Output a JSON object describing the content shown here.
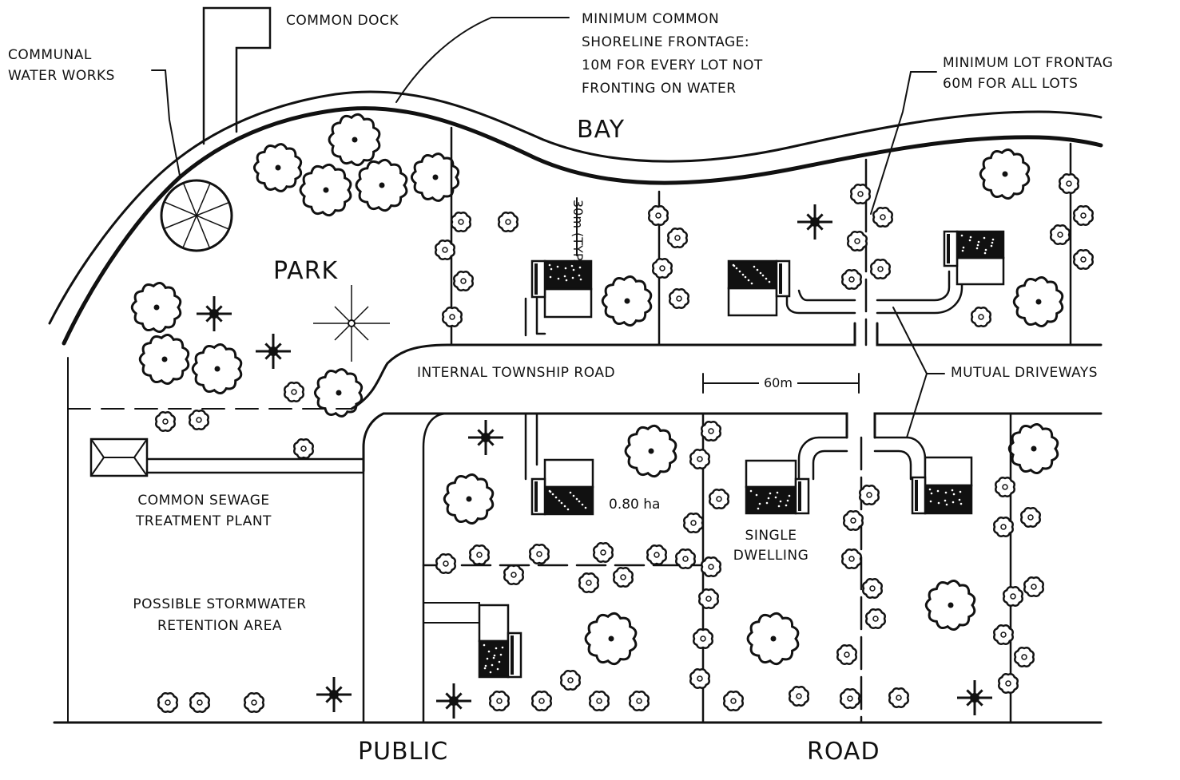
{
  "labels": {
    "common_dock": "COMMON DOCK",
    "communal_water_1": "COMMUNAL",
    "communal_water_2": "WATER WORKS",
    "shoreline_1": "MINIMUM COMMON",
    "shoreline_2": "SHORELINE FRONTAGE:",
    "shoreline_3": "10m FOR EVERY LOT NOT",
    "shoreline_4": "FRONTING ON WATER",
    "lot_frontage_1": "MINIMUM LOT FRONTAG",
    "lot_frontage_2": "60m FOR ALL LOTS",
    "bay": "BAY",
    "park": "PARK",
    "setback": "30m (TYP.)",
    "internal_road": "INTERNAL TOWNSHIP ROAD",
    "frontage_dim": "60m",
    "mutual_driveways": "MUTUAL DRIVEWAYS",
    "sewage_1": "COMMON SEWAGE",
    "sewage_2": "TREATMENT PLANT",
    "lot_area": "0.80 ha",
    "single_1": "SINGLE",
    "single_2": "DWELLING",
    "storm_1": "POSSIBLE STORMWATER",
    "storm_2": "RETENTION AREA",
    "public": "PUBLIC",
    "road": "ROAD"
  },
  "icons": [
    "deciduous-tree-icon",
    "small-shrub-icon",
    "conifer-star-icon",
    "cluster-dwelling-icon",
    "water-works-icon"
  ],
  "colors": {
    "ink": "#111111",
    "paper": "#ffffff"
  }
}
